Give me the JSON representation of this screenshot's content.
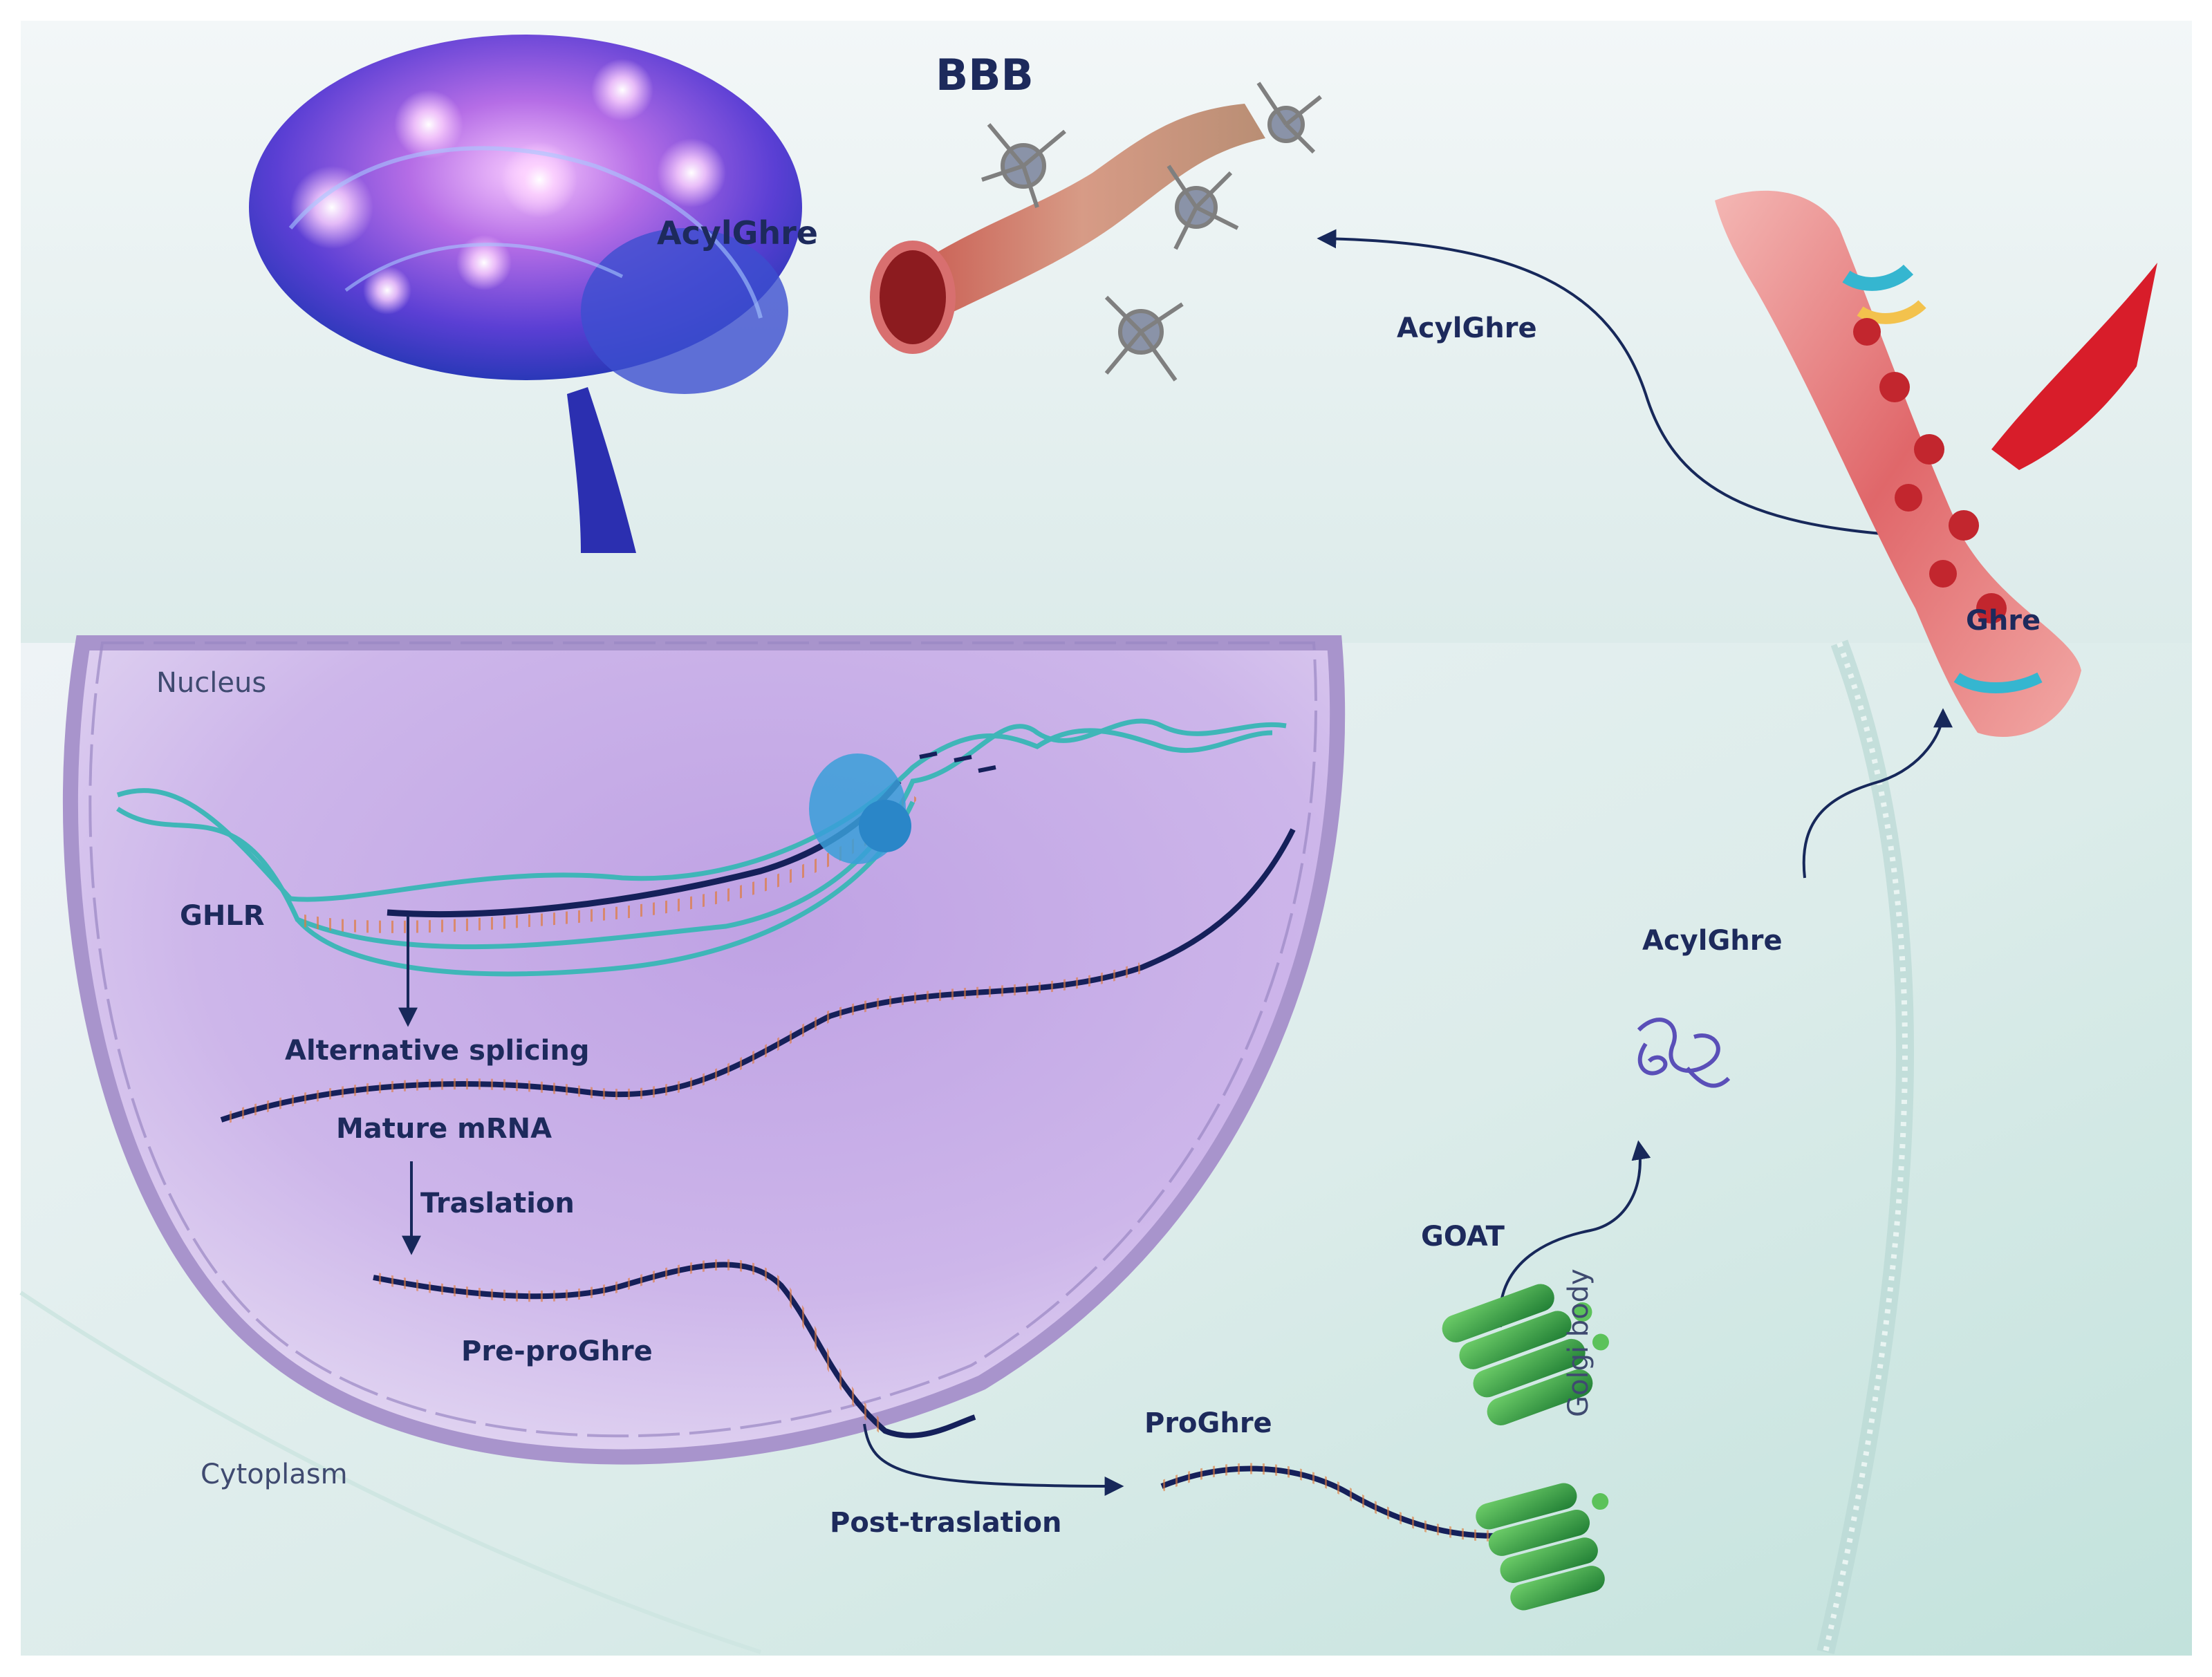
{
  "labels": {
    "bbb": "BBB",
    "acylghre_brain": "AcylGhre",
    "acylghre_arrow": "AcylGhre",
    "acylghre_cell": "AcylGhre",
    "ghre": "Ghre",
    "nucleus": "Nucleus",
    "ghlr": "GHLR",
    "alternative_splicing": "Alternative splicing",
    "mature_mrna": "Mature mRNA",
    "traslation": "Traslation",
    "pre_proghre": "Pre-proGhre",
    "cytoplasm": "Cytoplasm",
    "post_traslation": "Post-traslation",
    "proghre": "ProGhre",
    "goat": "GOAT",
    "golgi_body": "Golgi body"
  },
  "colors": {
    "arrow": "#17285a",
    "top_band": "#e4efef",
    "cell_bg": "#d9ece9",
    "nucleus_fill": "#c4a9e6",
    "nucleus_edge": "#a894cc",
    "dna_teal": "#3fb6b8",
    "mrna_navy": "#15205a",
    "golgi_green": "#2f9a3f",
    "vessel_red": "#d8454c",
    "brain_purple": "#7b3fd0"
  }
}
